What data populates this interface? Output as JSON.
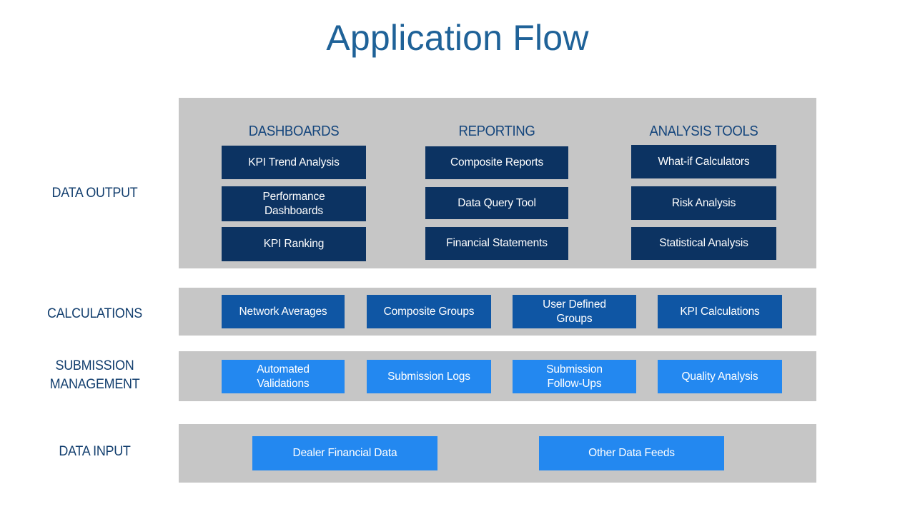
{
  "title": "Application Flow",
  "colors": {
    "title": "#1f6298",
    "label": "#123e6e",
    "band": "#c6c6c6",
    "navy": "#0c3362",
    "mid": "#0f56a4",
    "bright": "#2388f0"
  },
  "rows": [
    {
      "id": "data-output",
      "label": "DATA OUTPUT",
      "columns": [
        {
          "header": "DASHBOARDS",
          "nodes": [
            "KPI Trend Analysis",
            "Performance\nDashboards",
            "KPI Ranking"
          ]
        },
        {
          "header": "REPORTING",
          "nodes": [
            "Composite Reports",
            "Data Query Tool",
            "Financial Statements"
          ]
        },
        {
          "header": "ANALYSIS TOOLS",
          "nodes": [
            "What-if Calculators",
            "Risk Analysis",
            "Statistical Analysis"
          ]
        }
      ]
    },
    {
      "id": "calculations",
      "label": "CALCULATIONS",
      "nodes": [
        "Network Averages",
        "Composite Groups",
        "User Defined\nGroups",
        "KPI Calculations"
      ]
    },
    {
      "id": "submission-management",
      "label": "SUBMISSION\nMANAGEMENT",
      "nodes": [
        "Automated\nValidations",
        "Submission Logs",
        "Submission\nFollow-Ups",
        "Quality Analysis"
      ]
    },
    {
      "id": "data-input",
      "label": "DATA INPUT",
      "nodes": [
        "Dealer Financial Data",
        "Other Data Feeds"
      ]
    }
  ]
}
